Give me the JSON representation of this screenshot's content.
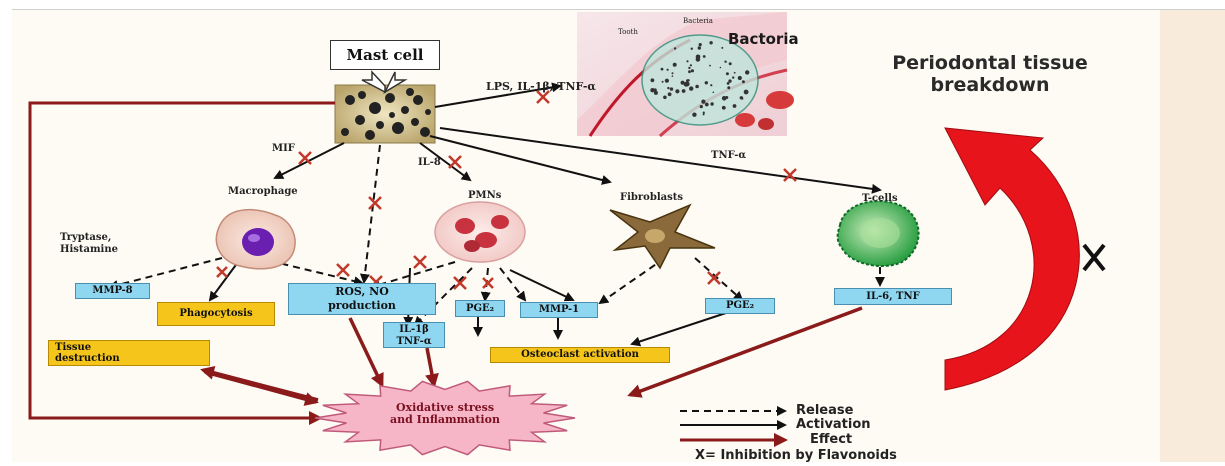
{
  "title": {
    "line1": "Periodontal tissue",
    "line2": "breakdown"
  },
  "nodes": {
    "mast_cell": "Mast cell",
    "bacteria": "Bactoria",
    "tooth_label": "Tooth",
    "bacteria_small": "Bacteria",
    "lps": "LPS, IL-1β, TNF-α",
    "mif": "MIF",
    "il8": "IL-8",
    "tnf": "TNF-α",
    "macrophage": "Macrophage",
    "pmns": "PMNs",
    "fibroblasts": "Fibroblasts",
    "tcells": "T-cells",
    "tryptase_line1": "Tryptase,",
    "tryptase_line2": "Histamine"
  },
  "boxes": {
    "mmp8": "MMP-8",
    "ros_line1": "ROS, NO",
    "ros_line2": "production",
    "phagocytosis": "Phagocytosis",
    "tissue_line1": "Tissue",
    "tissue_line2": "destruction",
    "il1_line1": "IL-1β",
    "il1_line2": "TNF-α",
    "pge_a": "PGE₂",
    "mmp1": "MMP-1",
    "pge_b": "PGE₂",
    "il6": "IL-6, TNF",
    "osteoclast": "Osteoclast activation",
    "oxidative_line1": "Oxidative stress",
    "oxidative_line2": "and Inflammation"
  },
  "legend": {
    "release": "Release",
    "activation": "Activation",
    "effect": "Effect",
    "inhibition": "X= Inhibition by Flavonoids"
  },
  "colors": {
    "effect_arrow": "#8b1a1a",
    "curved_arrow": "#e8141b",
    "blue_box": "#8fd6f0",
    "yellow_box": "#f5c51b",
    "inhibit_x": "#c0392b",
    "star": "#f7b6c8"
  }
}
